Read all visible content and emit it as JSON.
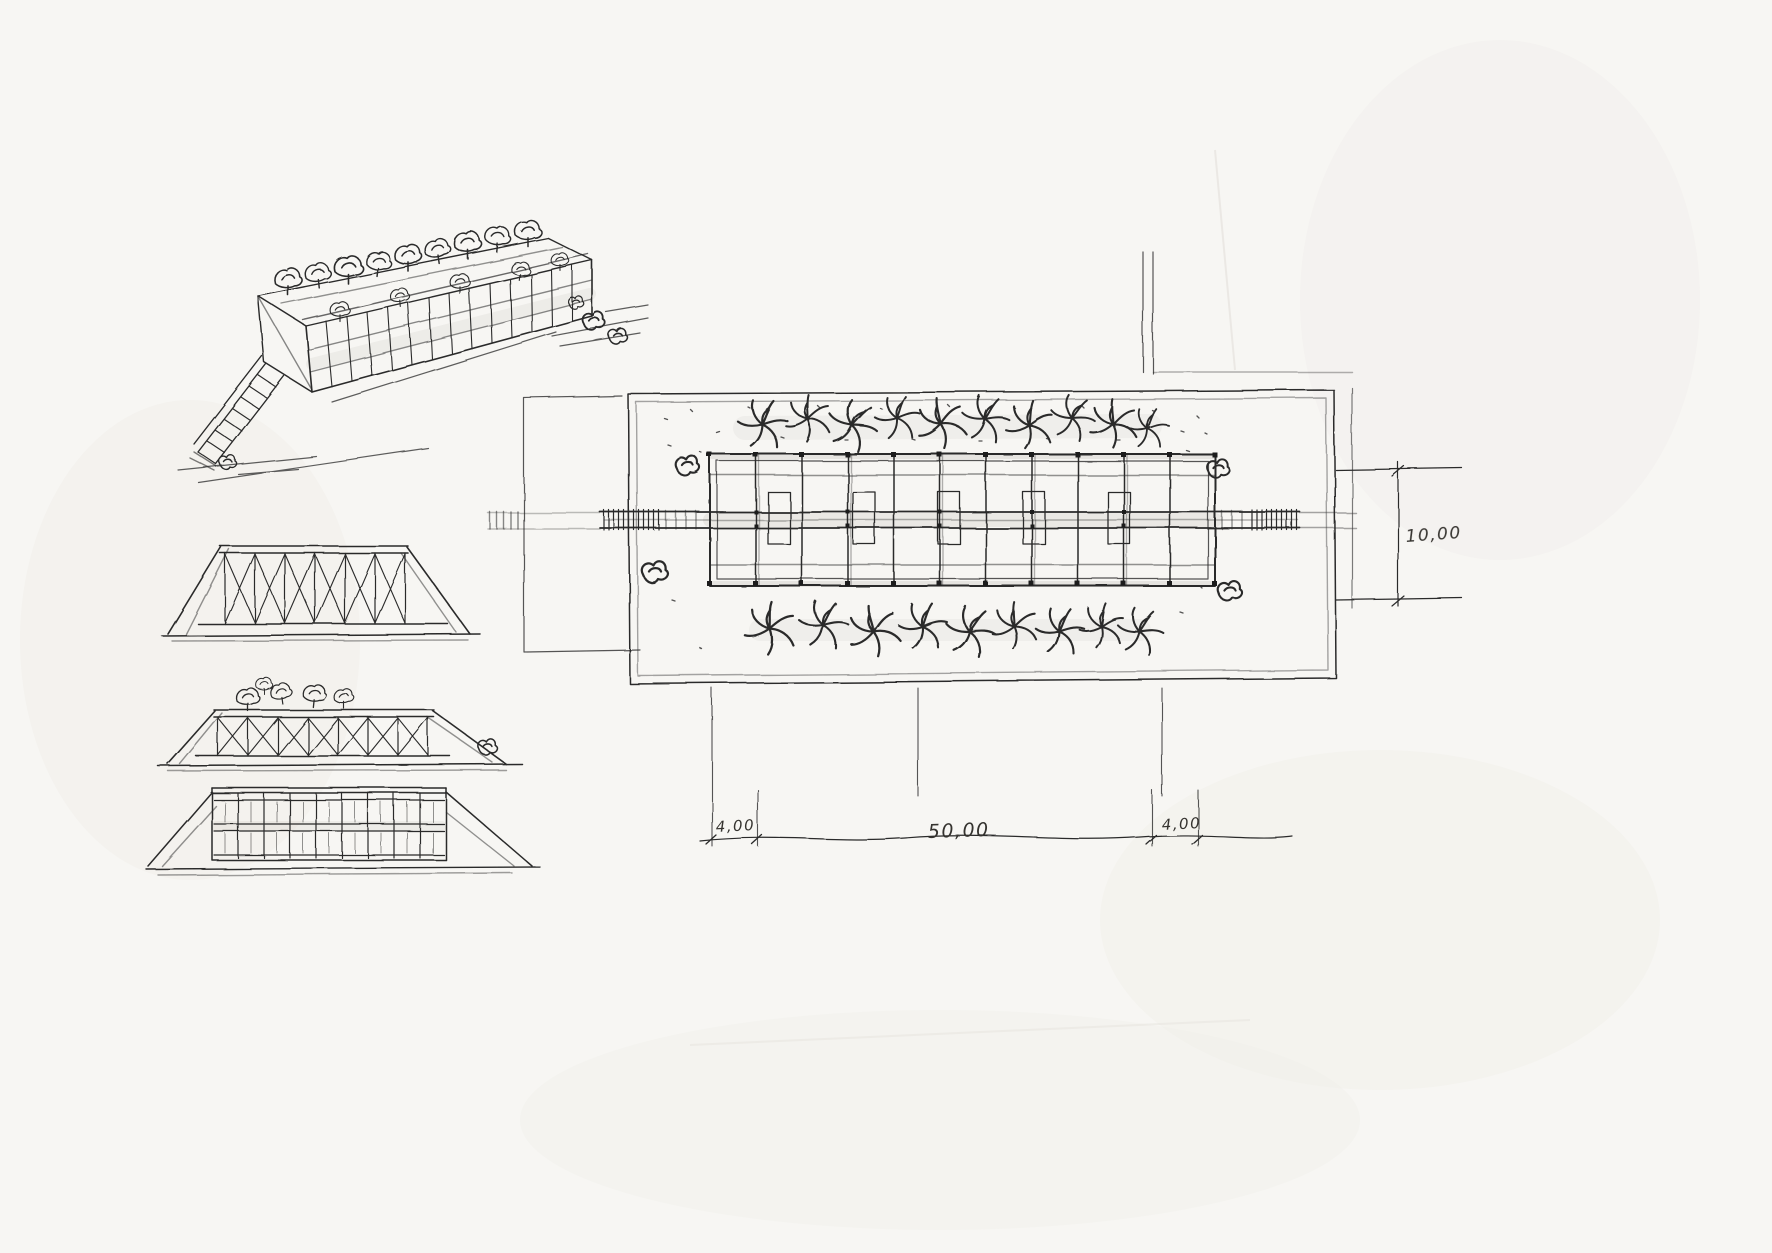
{
  "document": {
    "kind": "hand-drawn architectural concept sketch",
    "colors": {
      "paper": "#f7f6f3",
      "ink": "#2a2a2a",
      "pencil": "#9a958c"
    }
  },
  "annotations": {
    "dim_right": "10,00",
    "dim_bottom_left": "4,00",
    "dim_bottom_center": "50,00",
    "dim_bottom_right": "4,00"
  },
  "figures": {
    "perspective": "aerial-perspective-of-long-pavilion-with-roof-planting-and-ramp",
    "section_truss": "cross-section-trussed-structure-in-berm",
    "section_planted": "cross-section-truss-with-roof-planting",
    "elevation": "long-elevation-two-storey-facade-grid-with-berms",
    "plan": "floor-plan-column-grid-with-tree-rows-and-central-axis"
  }
}
